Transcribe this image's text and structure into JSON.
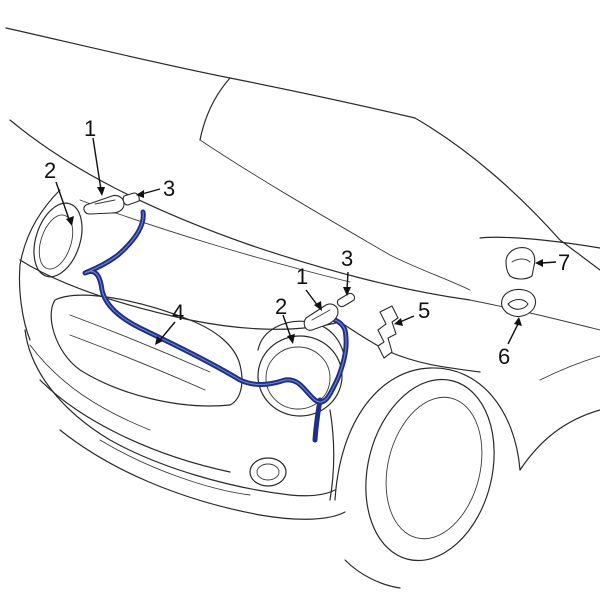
{
  "callouts": {
    "c1a": "1",
    "c2a": "2",
    "c3a": "3",
    "c1b": "1",
    "c2b": "2",
    "c3b": "3",
    "c4": "4",
    "c5": "5",
    "c6": "6",
    "c7": "7"
  },
  "colors": {
    "hose": "#1d2f86",
    "line": "#2a2a2a"
  }
}
